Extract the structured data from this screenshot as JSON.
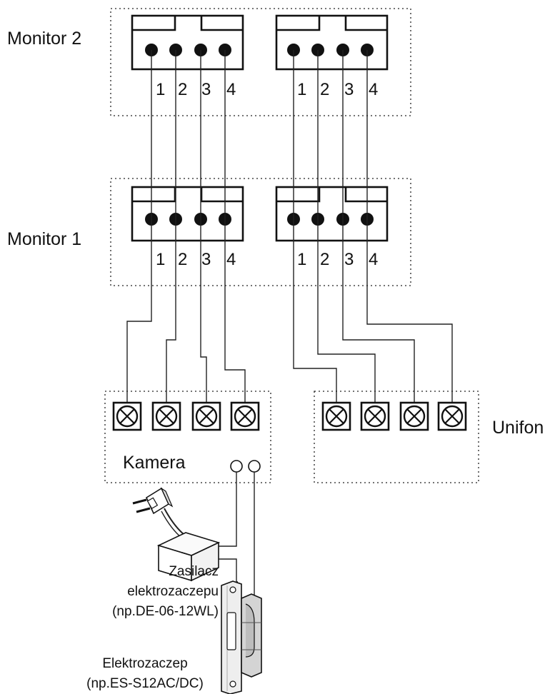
{
  "monitor2": {
    "label": "Monitor 2",
    "left_pins": [
      "1",
      "2",
      "3",
      "4"
    ],
    "right_pins": [
      "1",
      "2",
      "3",
      "4"
    ]
  },
  "monitor1": {
    "label": "Monitor 1",
    "left_pins": [
      "1",
      "2",
      "3",
      "4"
    ],
    "right_pins": [
      "1",
      "2",
      "3",
      "4"
    ]
  },
  "camera": {
    "label": "Kamera"
  },
  "intercom": {
    "label": "Unifon"
  },
  "power_supply": {
    "lines": [
      "Zasilacz",
      "elektrozaczepu",
      "(np.DE-06-12WL)"
    ]
  },
  "door_strike": {
    "lines": [
      "Elektrozaczep",
      "(np.ES-S12AC/DC)"
    ]
  }
}
